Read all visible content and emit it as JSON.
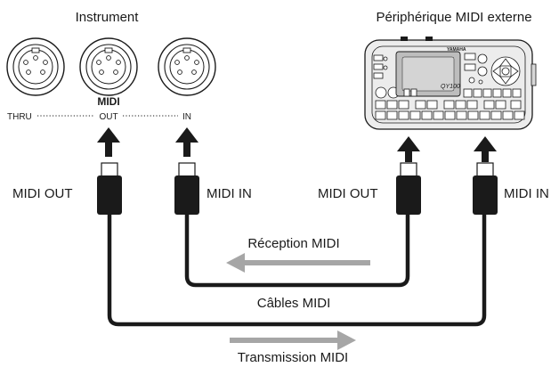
{
  "headings": {
    "instrument": "Instrument",
    "external_device": "Périphérique MIDI externe"
  },
  "instrument_ports": {
    "group_label": "MIDI",
    "thru": "THRU",
    "out": "OUT",
    "in": "IN"
  },
  "cable_ends": {
    "left_out": "MIDI OUT",
    "left_in": "MIDI IN",
    "right_out": "MIDI OUT",
    "right_in": "MIDI IN"
  },
  "flows": {
    "reception": "Réception MIDI",
    "cables": "Câbles MIDI",
    "transmission": "Transmission MIDI"
  },
  "device_brand": "YAMAHA",
  "device_model": "QY100",
  "colors": {
    "cable": "#1a1a1a",
    "flow_arrow": "#a6a6a6",
    "device_fill": "#ececec",
    "screen": "#bdbdbd"
  }
}
